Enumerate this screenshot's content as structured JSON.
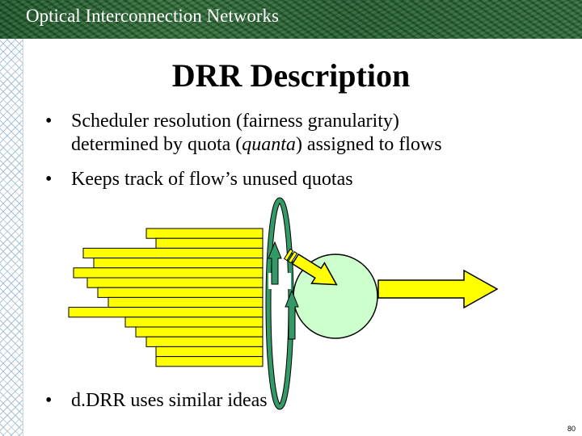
{
  "header": {
    "title": "Optical Interconnection Networks"
  },
  "slide": {
    "title": "DRR Description",
    "bullets": [
      {
        "line1": "Scheduler resolution (fairness granularity)",
        "line2_before": "determined by quota (",
        "line2_italic": "quanta",
        "line2_after": ") assigned to flows"
      },
      {
        "line1": "Keeps track of flow’s unused quotas"
      },
      {
        "line1": "d.DRR uses similar ideas"
      }
    ],
    "bullet_glyph": "•",
    "page_number": "80"
  },
  "diagram": {
    "queue_count": 14,
    "colors": {
      "queue_fill": "#ffff00",
      "arrow_fill": "#ffff00",
      "server_fill": "#ccffcc",
      "ring_fill": "#339966",
      "outline": "#000000"
    }
  }
}
